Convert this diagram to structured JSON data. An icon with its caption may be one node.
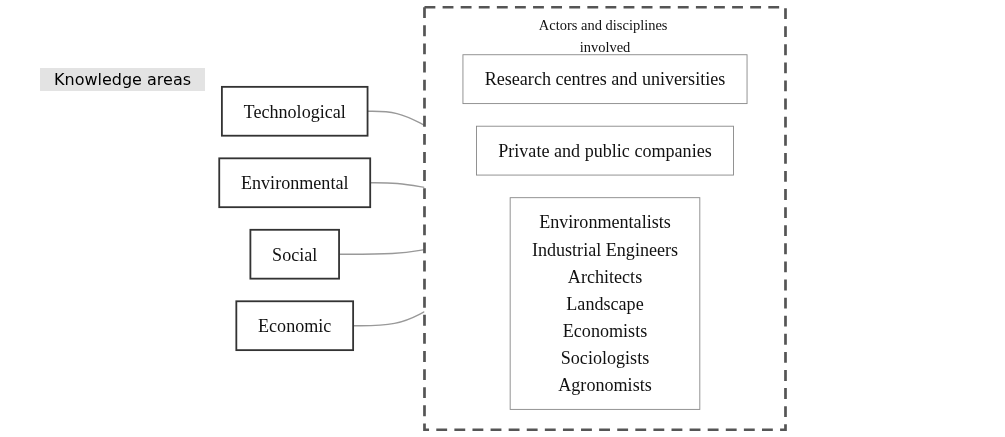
{
  "diagram": {
    "nodes": [
      {
        "text": [
          "Technological"
        ]
      },
      {
        "text": [
          "Environmental"
        ]
      },
      {
        "text": [
          "Social"
        ]
      },
      {
        "text": [
          "Economic"
        ]
      },
      {
        "text": [
          "Actors and disciplines involved"
        ]
      },
      {
        "text": [
          "Research centres and universities"
        ],
        "in": 4
      },
      {
        "text": [
          "Private and public companies"
        ],
        "in": 4
      },
      {
        "text": [
          "Environmentalists",
          "Industrial Engineers",
          "Architects",
          "Landscape",
          "Economists",
          "Sociologists",
          "Agronomists"
        ],
        "in": 4
      }
    ],
    "edges": [
      {
        "from": 0,
        "to": 4,
        "arrow": "none"
      },
      {
        "from": 1,
        "to": 4,
        "arrow": "none"
      },
      {
        "from": 2,
        "to": 4,
        "arrow": "none"
      },
      {
        "from": 3,
        "to": 4,
        "arrow": "none"
      }
    ],
    "labels": [
      "Knowledge areas"
    ]
  }
}
